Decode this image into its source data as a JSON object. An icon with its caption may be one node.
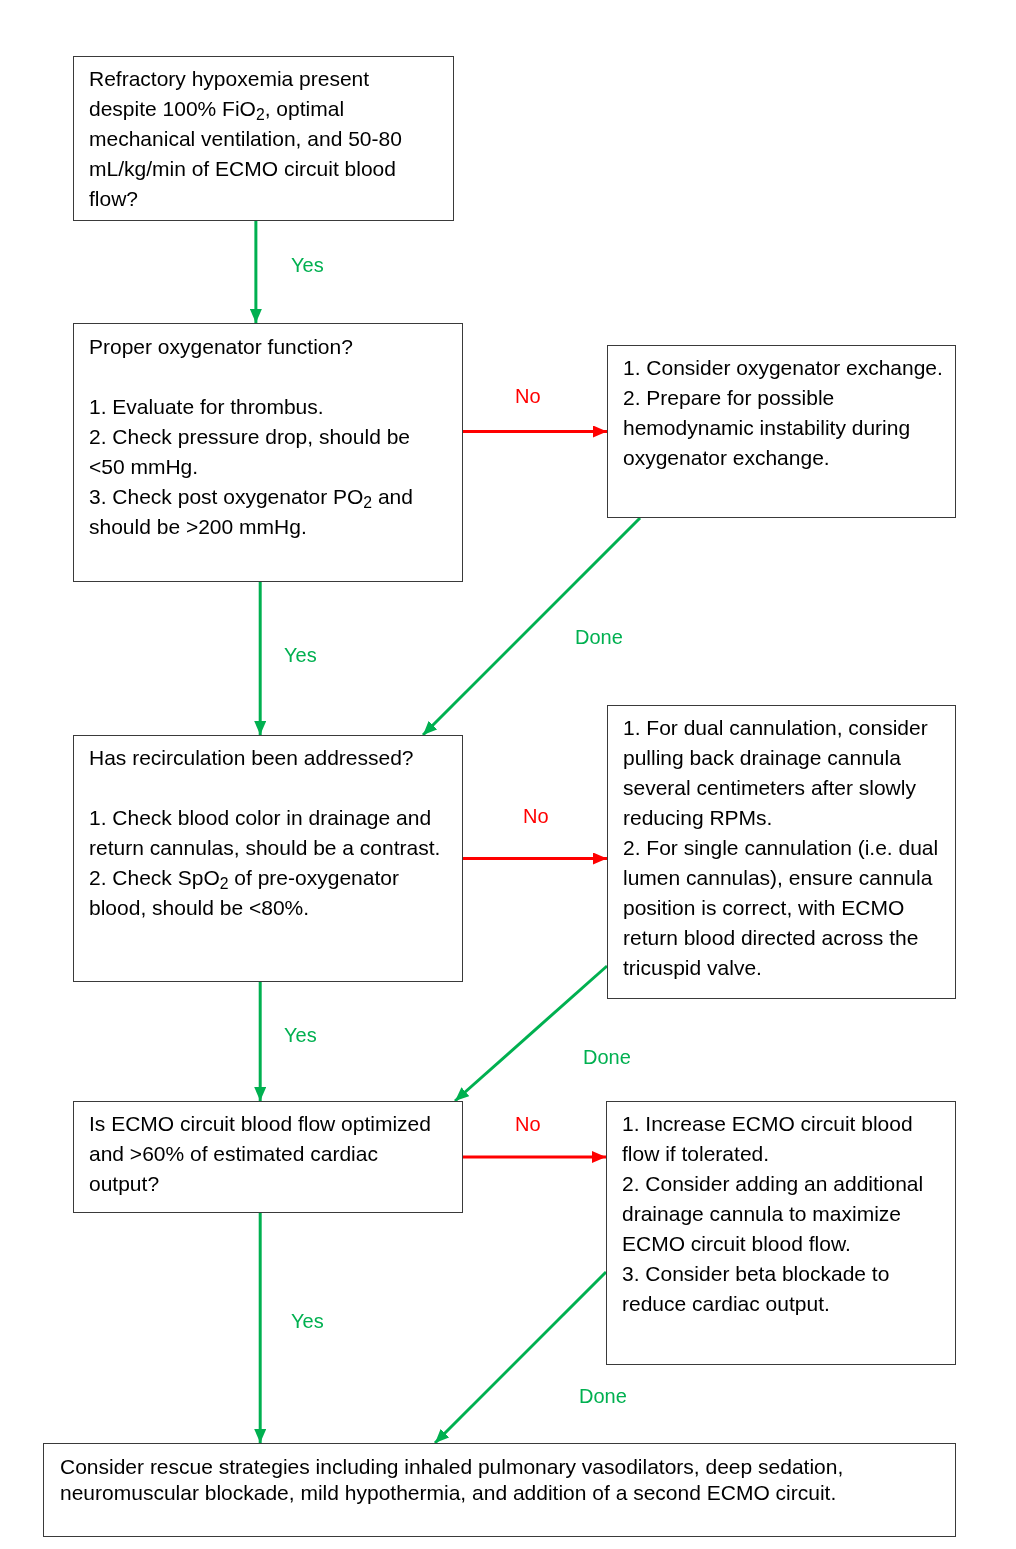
{
  "diagram": {
    "nodes": [
      {
        "text": [
          "Refractory hypoxemia present despite 100% FiO$_{2}$, optimal mechanical ventilation, and 50-80 mL/kg/min of ECMO circuit blood flow?"
        ]
      },
      {
        "text": [
          "Proper oxygenator function?",
          "1. Evaluate for thrombus.",
          "2. Check pressure drop, should be <50 mmHg.",
          "3. Check post oxygenator PO$_{2}$ and should be >200 mmHg."
        ]
      },
      {
        "text": [
          "1. Consider oxygenator exchange.",
          "2. Prepare for possible hemodynamic instability during oxygenator exchange."
        ]
      },
      {
        "text": [
          "Has recirculation been addressed?",
          "1. Check blood color in drainage and return cannulas, should be a contrast.",
          "2. Check SpO$_{2}$ of pre-oxygenator blood, should be <80%."
        ]
      },
      {
        "text": [
          "1. For dual cannulation, consider pulling back drainage cannula several centimeters after slowly reducing RPMs.",
          "2. For single cannulation (i.e. dual lumen cannulas), ensure cannula position is correct, with ECMO return blood directed across the tricuspid valve."
        ]
      },
      {
        "text": [
          "Is ECMO circuit blood flow optimized and >60% of estimated cardiac output?"
        ]
      },
      {
        "text": [
          "1. Increase ECMO circuit blood flow if tolerated.",
          "2. Consider adding an additional drainage cannula to maximize ECMO circuit blood flow.",
          "3. Consider beta blockade to reduce cardiac output."
        ]
      },
      {
        "text": [
          "Consider rescue strategies including inhaled pulmonary vasodilators, deep sedation, neuromuscular blockade, mild hypothermia, and addition of a second ECMO circuit."
        ]
      }
    ],
    "edges": [
      {
        "from": 0,
        "to": 1,
        "arrow": "to",
        "label": "Yes"
      },
      {
        "from": 1,
        "to": 2,
        "arrow": "to",
        "label": "No",
        "color": "#ff0000"
      },
      {
        "from": 2,
        "to": 3,
        "arrow": "to",
        "label": "Done"
      },
      {
        "from": 1,
        "to": 3,
        "arrow": "to",
        "label": "Yes"
      },
      {
        "from": 3,
        "to": 4,
        "arrow": "to",
        "label": "No",
        "color": "#ff0000"
      },
      {
        "from": 4,
        "to": 5,
        "arrow": "to",
        "label": "Done"
      },
      {
        "from": 3,
        "to": 5,
        "arrow": "to",
        "label": "Yes"
      },
      {
        "from": 5,
        "to": 6,
        "arrow": "to",
        "label": "No",
        "color": "#ff0000"
      },
      {
        "from": 6,
        "to": 7,
        "arrow": "to",
        "label": "Done"
      },
      {
        "from": 5,
        "to": 7,
        "arrow": "to",
        "label": "Yes"
      }
    ]
  }
}
